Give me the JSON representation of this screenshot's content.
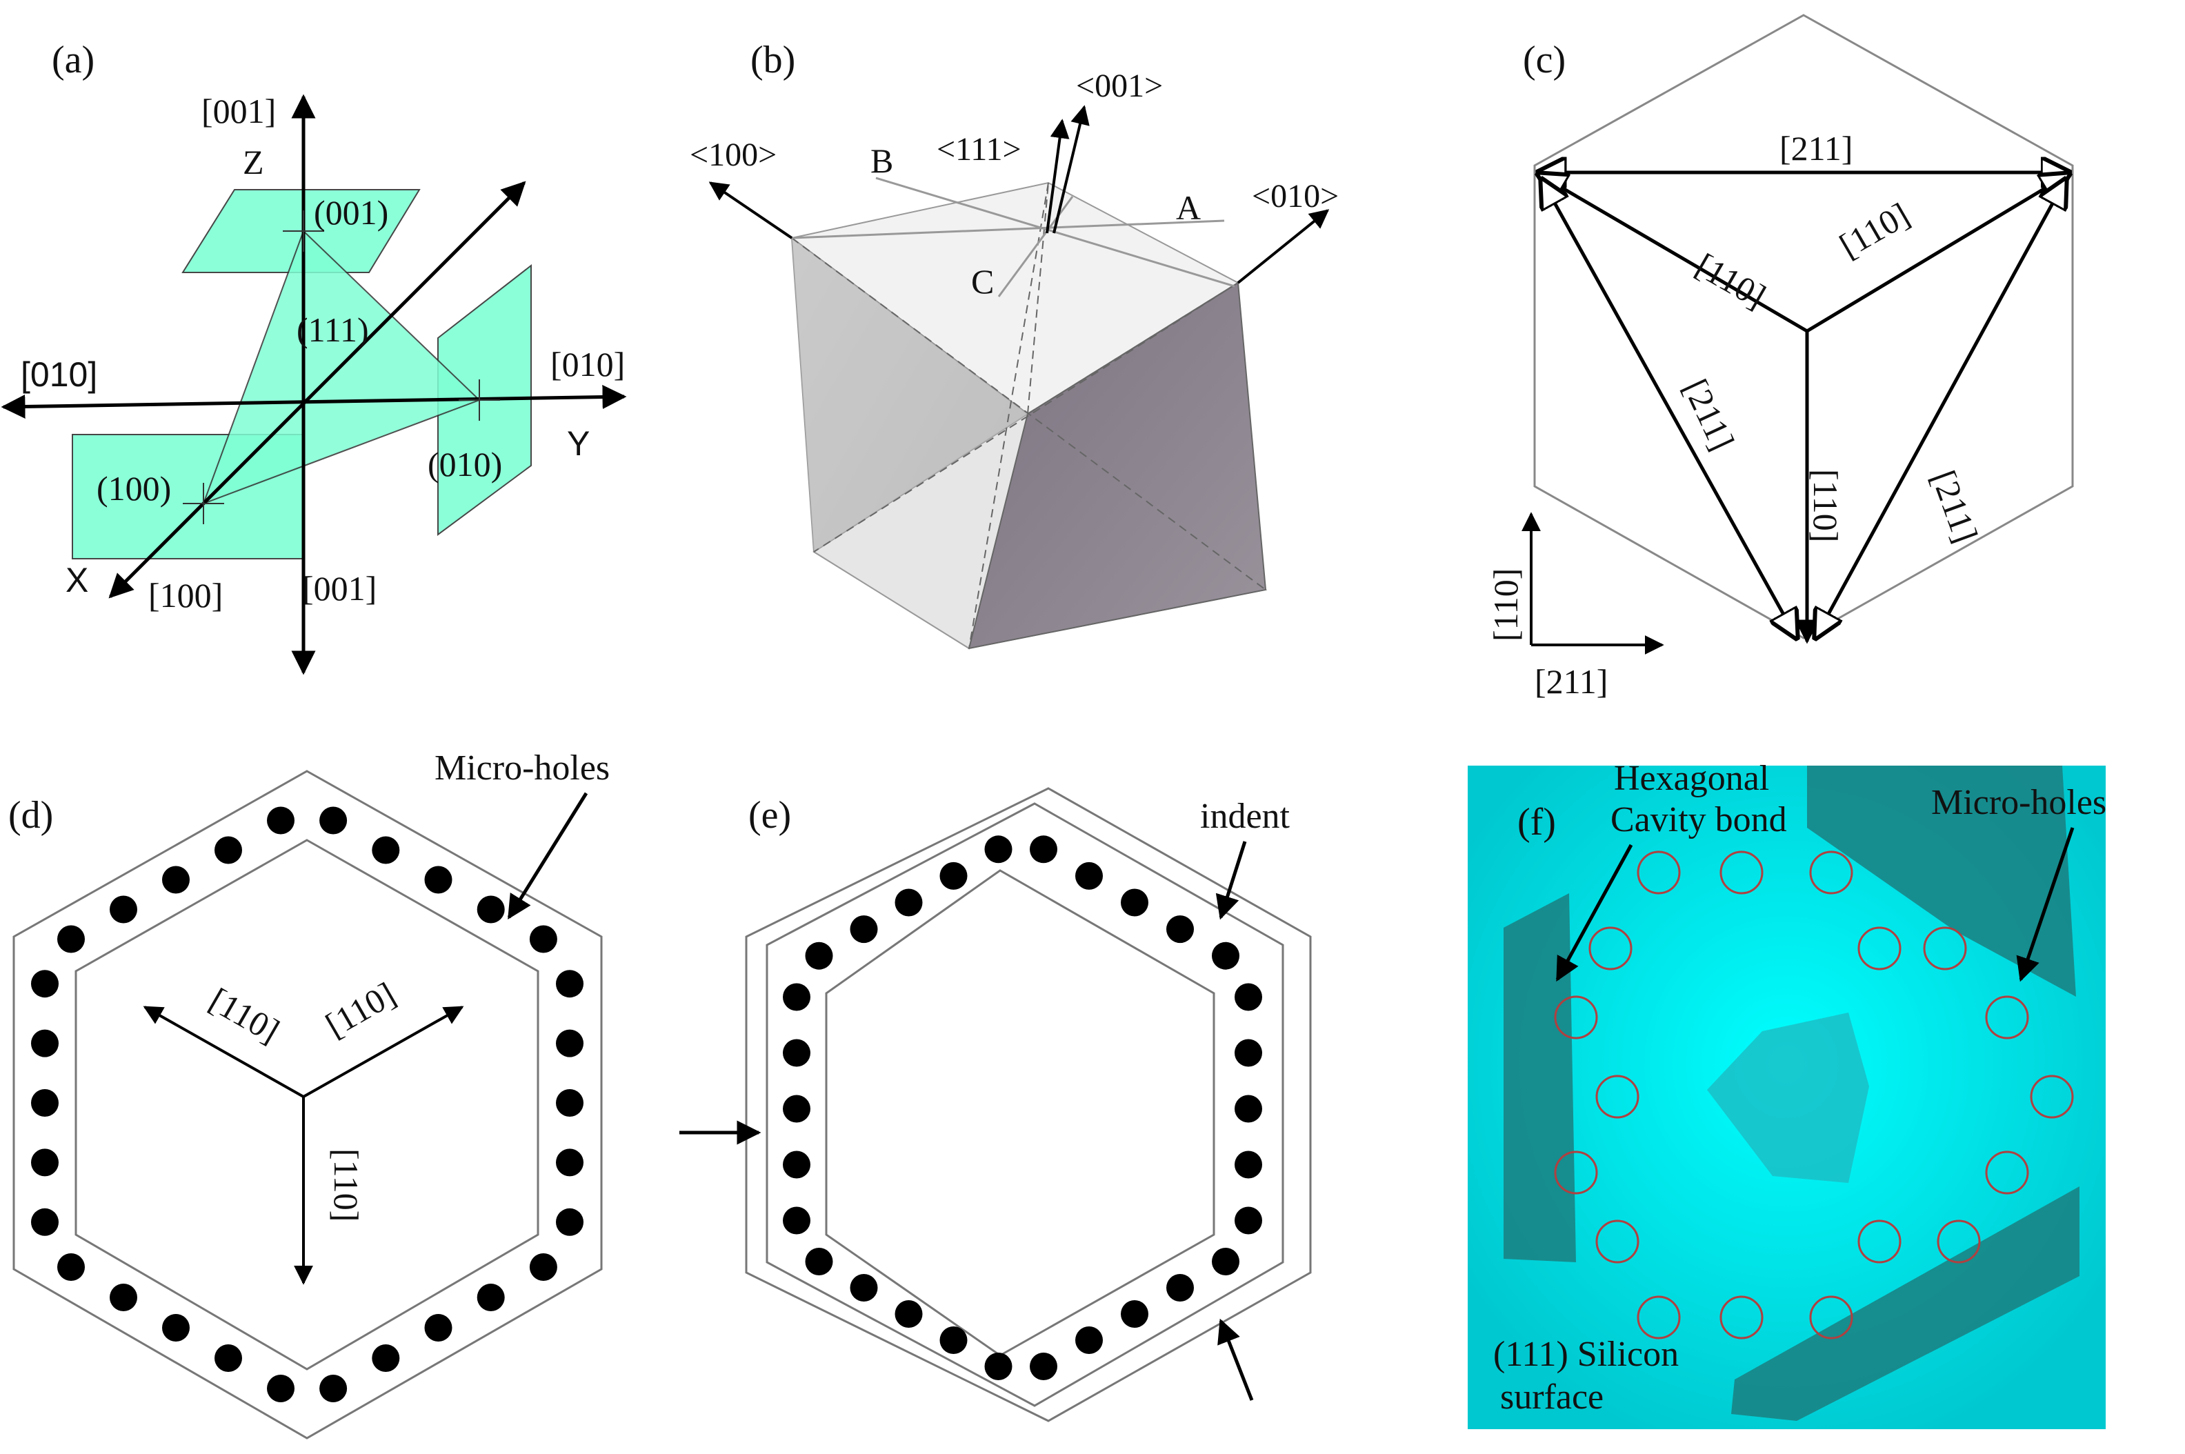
{
  "panels": {
    "a": {
      "label": "(a)",
      "axis_z_top": "[001]",
      "axis_z_bottom": "[001]",
      "axis_z_name": "Z",
      "axis_y_left": "[010]",
      "axis_y_right": "[010]",
      "axis_y_name": "Y",
      "axis_x_name": "X",
      "axis_x_label": "[100]",
      "plane_001": "(001)",
      "plane_111": "(111)",
      "plane_010": "(010)",
      "plane_100": "(100)",
      "plane_color": "#7FFFD4"
    },
    "b": {
      "label": "(b)",
      "dir_100": "<100>",
      "dir_111": "<111>",
      "dir_001": "<001>",
      "dir_010": "<010>",
      "point_a": "A",
      "point_b": "B",
      "point_c": "C"
    },
    "c": {
      "label": "(c)",
      "top_edge": "[211]",
      "left_upper": "[110]",
      "right_upper": "[110]",
      "left_side": "[211]",
      "right_side": "[211]",
      "center_down": "[110]",
      "legend_vertical": "[110]",
      "legend_horizontal": "[211]"
    },
    "d": {
      "label": "(d)",
      "annotation": "Micro-holes",
      "dir_left": "[110]",
      "dir_right": "[110]",
      "dir_down": "[110]"
    },
    "e": {
      "label": "(e)",
      "annotation": "indent"
    },
    "f": {
      "label": "(f)",
      "annotation_left_line1": "Hexagonal",
      "annotation_left_line2": "Cavity bond",
      "annotation_right": "Micro-holes",
      "bottom_line1": "(111)  Silicon",
      "bottom_line2": "surface",
      "surface_color": "#00E5EE",
      "cavity_color": "#1A7F80",
      "hole_color": "#B04040"
    }
  }
}
